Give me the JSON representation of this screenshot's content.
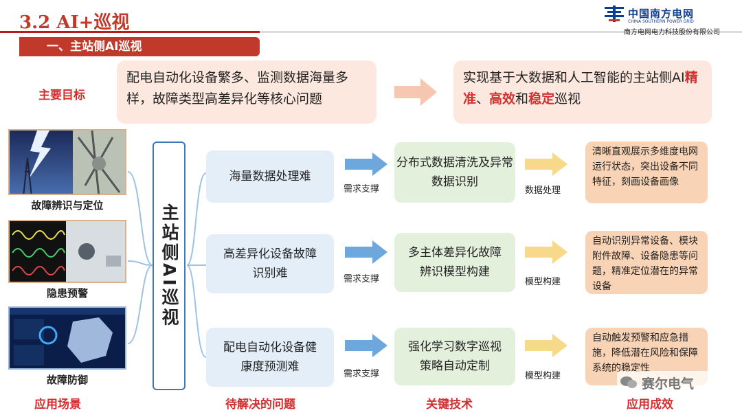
{
  "header": {
    "title": "3.2 AI+巡视",
    "subtitle": "一、主站侧AI巡视",
    "logo_cn": "中国南方电网",
    "logo_en": "CHINA SOUTHERN POWER GRID",
    "company": "南方电网电力科技股份有限公司"
  },
  "goal": {
    "label": "主要目标",
    "problem_text": "配电自动化设备繁多、监测数据海量多样，故障类型高差异化等核心问题",
    "target_prefix": "实现基于大数据和人工智能的主站侧AI",
    "kw1": "精准",
    "sep1": "、",
    "kw2": "高效",
    "sep2": "和",
    "kw3": "稳定",
    "target_suffix": "巡视"
  },
  "scenarios": [
    {
      "caption": "故障辨识与定位"
    },
    {
      "caption": "隐患预警"
    },
    {
      "caption": "故障防御"
    }
  ],
  "center_label": "主站侧AI巡视",
  "rows": [
    {
      "problem": "海量数据处理难",
      "support": "需求支撑",
      "tech": "分布式数据清洗及异常数据识别",
      "stage": "数据处理",
      "result": "清晰直观展示多维度电网运行状态，突出设备不同特征，刻画设备画像"
    },
    {
      "problem": "高差异化设备故障识别难",
      "support": "需求支撑",
      "tech": "多主体差异化故障辨识模型构建",
      "stage": "模型构建",
      "result": "自动识别异常设备、模块附件故障、设备隐患等问题，精准定位潜在的异常设备"
    },
    {
      "problem": "配电自动化设备健康度预测难",
      "support": "需求支撑",
      "tech": "强化学习数字巡视策略自动定制",
      "stage": "模型构建",
      "result": "自动触发预警和应急措施，降低潜在风险和保障系统的稳定性"
    }
  ],
  "footer": {
    "col1": "应用场景",
    "col2": "待解决的问题",
    "col3": "关键技术",
    "col4": "应用成效"
  },
  "watermark": "赛尔电气",
  "colors": {
    "accent_red": "#c0392b",
    "label_red": "#d32f2f",
    "blue": "#3a78b8",
    "problem_fill": "#e4eef8",
    "tech_fill": "#e3f1dc",
    "result_fill": "#f8d3b5",
    "goal_fill": "#fde8df"
  }
}
